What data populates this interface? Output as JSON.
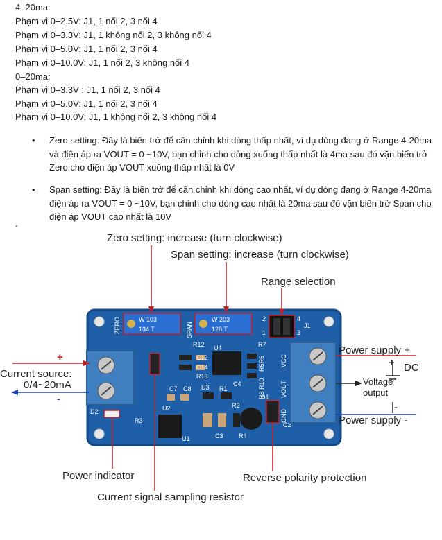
{
  "text_lines": [
    "4–20ma:",
    "Phạm vi 0–2.5V: J1, 1 nối 2, 3 nối 4",
    "Phạm vi 0–3.3V: J1, 1 không nối 2, 3 không nối 4",
    "Phạm vi 0–5.0V: J1, 1 nối 2, 3 nối 4",
    "Phạm vi 0–10.0V: J1, 1 nối 2, 3 không nối 4",
    "0–20ma:",
    "Phạm vi 0–3.3V : J1, 1 nối 2, 3 nối 4",
    "Phạm vi 0–5.0V: J1, 1 nối 2, 3 nối 4",
    "Phạm vi 0–10.0V: J1, 1 không nối 2, 3 không nối 4"
  ],
  "bullets": [
    "Zero setting: Đây là biến trở để cân chỉnh khi dòng thấp nhất, ví dụ dòng đang ở Range 4-20ma và điện áp ra VOUT = 0 ~10V, bạn chỉnh cho dòng xuống thấp nhất là 4ma sau đó vặn biến trở Zero cho điện áp VOUT xuống thấp nhất là 0V",
    "Span setting: Đây là biến trở để cân chỉnh khi dòng cao nhất, ví dụ dòng đang ở Range 4-20ma điện áp ra VOUT = 0 ~10V, bạn chỉnh cho dòng cao nhất là 20ma sau đó vặn biến trở Span cho điện áp VOUT cao nhất là 10V"
  ],
  "bullet_glyph": "•",
  "stray_mark": ".",
  "diagram": {
    "labels": {
      "zero_setting": "Zero setting: increase (turn clockwise)",
      "span_setting": "Span setting: increase (turn clockwise)",
      "range_selection": "Range selection",
      "power_supply_plus": "Power supply +",
      "power_supply_minus": "Power supply -",
      "dc": "DC",
      "dc_plus": "+",
      "dc_minus": "-",
      "voltage_output_1": "Voltage",
      "voltage_output_2": "output",
      "current_source_1": "Current source:",
      "current_source_2": "0/4~20mA",
      "current_plus": "+",
      "current_minus": "-",
      "power_indicator": "Power indicator",
      "reverse_polarity": "Reverse polarity protection",
      "current_sampling": "Current signal sampling resistor"
    },
    "pcb_text": {
      "zero": "ZERO",
      "span": "SPAN",
      "pot_zero_top": "W  103",
      "pot_zero_bottom": "134  T",
      "pot_span_top": "W  203",
      "pot_span_bottom": "128  T",
      "j1": "J1",
      "pin2": "2",
      "pin4": "4",
      "pin1": "1",
      "pin3": "3",
      "vcc": "VCC",
      "vout": "VOUT",
      "gnd": "GND",
      "r12": "R12",
      "u4": "U4",
      "r7": "R7",
      "c12": "C12",
      "c14": "C14",
      "r13": "R13",
      "r5r6": "R5R6",
      "r10": "R10",
      "r8": "R8",
      "c4": "C4",
      "u3": "U3",
      "r1": "R1",
      "d1": "D1",
      "c7": "C7",
      "c8": "C8",
      "r2": "R2",
      "u2": "U2",
      "r3": "R3",
      "d2": "D2",
      "u1": "U1",
      "c3": "C3",
      "r4": "R4",
      "c2": "C2"
    },
    "colors": {
      "pcb": "#1f5fa8",
      "pcb_edge": "#164a86",
      "terminal": "#3f7fc0",
      "callout": "#c0202a",
      "pot": "#2a6ed1"
    }
  }
}
